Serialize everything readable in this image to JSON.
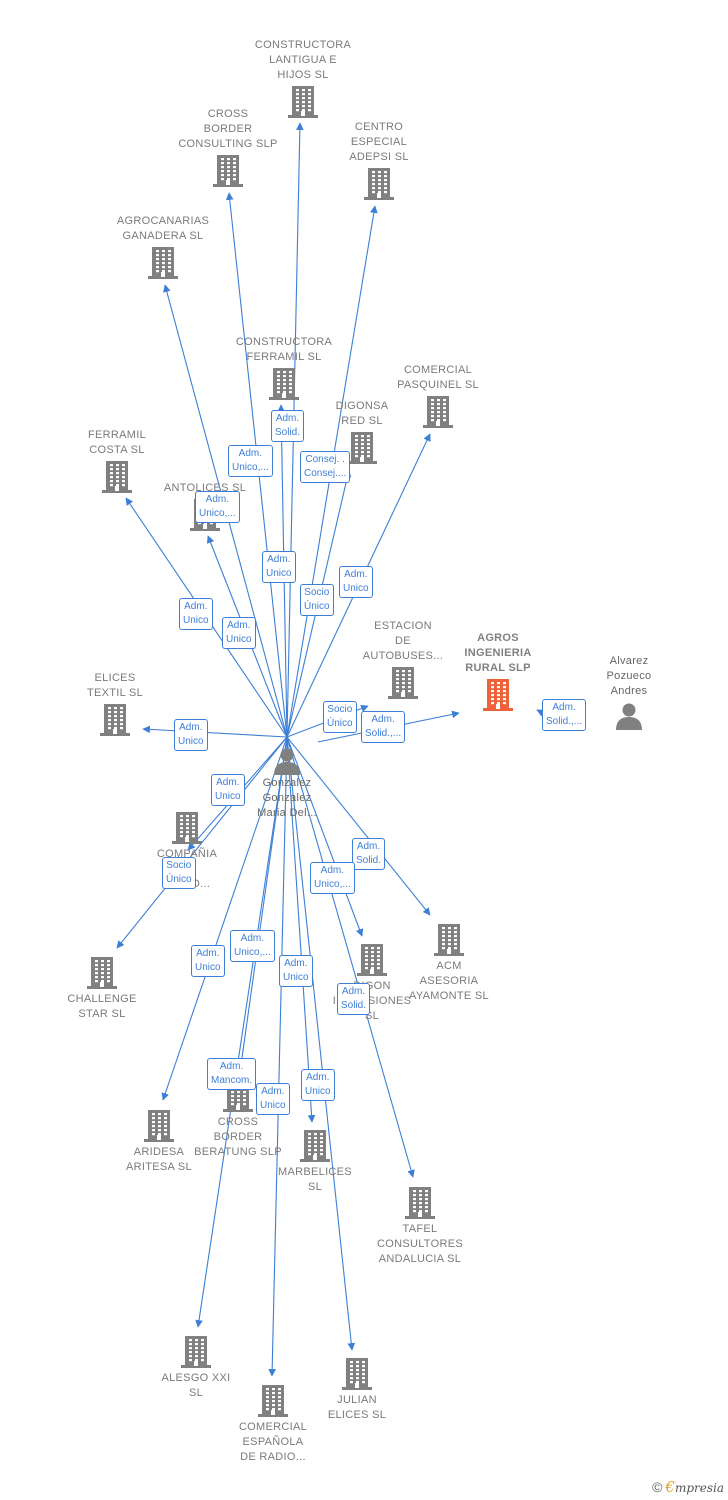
{
  "colors": {
    "edge": "#3d7fd6",
    "building": "#808080",
    "focus": "#f0623a",
    "person": "#808080"
  },
  "center": {
    "label": "Gonzalez\nGonzalez\nMaria Del..."
  },
  "focus_company": {
    "label": "AGROS\nINGENIERIA\nRURAL SLP"
  },
  "person2": {
    "label": "Alvarez\nPozueco\nAndres"
  },
  "companies": [
    {
      "id": "constructora-lantigua",
      "label": "CONSTRUCTORA\nLANTIGUA E\nHIJOS SL"
    },
    {
      "id": "cross-border-consulting",
      "label": "CROSS\nBORDER\nCONSULTING SLP"
    },
    {
      "id": "centro-especial-adepsi",
      "label": "CENTRO\nESPECIAL\nADEPSI SL"
    },
    {
      "id": "agrocanarias-ganadera",
      "label": "AGROCANARIAS\nGANADERA SL"
    },
    {
      "id": "constructora-ferramil",
      "label": "CONSTRUCTORA\nFERRAMIL SL"
    },
    {
      "id": "comercial-pasquinel",
      "label": "COMERCIAL\nPASQUINEL SL"
    },
    {
      "id": "digonsa-red",
      "label": "DIGONSA\nRED SL"
    },
    {
      "id": "ferramil-costa",
      "label": "FERRAMIL\nCOSTA SL"
    },
    {
      "id": "antolices",
      "label": "ANTOLICES SL"
    },
    {
      "id": "estacion-autobuses",
      "label": "ESTACION\nDE\nAUTOBUSES..."
    },
    {
      "id": "elices-textil",
      "label": "ELICES\nTEXTIL SL"
    },
    {
      "id": "compania-radio",
      "label": "COMPAÑIA\n...\nRADIO..."
    },
    {
      "id": "challenge-star",
      "label": "CHALLENGE\nSTAR SL"
    },
    {
      "id": "acm-asesoria",
      "label": "ACM\nASESORIA\nAYAMONTE SL"
    },
    {
      "id": "digon-inversiones",
      "label": "DIGON\nINVERSIONES\nSL"
    },
    {
      "id": "aridesa-aritesa",
      "label": "ARIDESA\nARITESA SL"
    },
    {
      "id": "cross-border-beratung",
      "label": "CROSS\nBORDER\nBERATUNG SLP"
    },
    {
      "id": "marbelices",
      "label": "MARBELICES\nSL"
    },
    {
      "id": "tafel-consultores",
      "label": "TAFEL\nCONSULTORES\nANDALUCIA SL"
    },
    {
      "id": "alesgo-xxi",
      "label": "ALESGO XXI\nSL"
    },
    {
      "id": "comercial-espanola-radio",
      "label": "COMERCIAL\nESPAÑOLA\nDE RADIO..."
    },
    {
      "id": "julian-elices",
      "label": "JULIAN\nELICES SL"
    }
  ],
  "roles": [
    {
      "to": "constructora-ferramil",
      "text": "Adm.\nSolid."
    },
    {
      "to": "cross-border-consulting",
      "text": "Adm.\nUnico,..."
    },
    {
      "to": "digonsa-red",
      "text": "Consej. .\nConsej...."
    },
    {
      "to": "antolices",
      "text": "Adm.\nUnico,..."
    },
    {
      "to": "constructora-lantigua",
      "text": "Adm.\nUnico"
    },
    {
      "to": "comercial-pasquinel",
      "text": "Adm.\nUnico"
    },
    {
      "to": "centro-especial-adepsi",
      "text": "Socio\nÚnico"
    },
    {
      "to": "ferramil-costa",
      "text": "Adm.\nUnico"
    },
    {
      "to": "agrocanarias-ganadera",
      "text": "Adm.\nUnico"
    },
    {
      "to": "estacion-autobuses",
      "text": "Socio\nÚnico"
    },
    {
      "to": "agros-ingenieria",
      "text": "Adm.\nSolid.,..."
    },
    {
      "to": "agros-ingenieria-p2",
      "text": "Adm.\nSolid.,..."
    },
    {
      "to": "elices-textil",
      "text": "Adm.\nUnico"
    },
    {
      "to": "compania-radio",
      "text": "Adm.\nUnico"
    },
    {
      "to": "challenge-star",
      "text": "Socio\nÚnico"
    },
    {
      "to": "acm-asesoria",
      "text": "Adm.\nSolid."
    },
    {
      "to": "digon-inversiones",
      "text": "Adm.\nUnico,..."
    },
    {
      "to": "cross-border-beratung",
      "text": "Adm.\nUnico,..."
    },
    {
      "to": "aridesa-aritesa",
      "text": "Adm.\nUnico"
    },
    {
      "to": "marbelices",
      "text": "Adm.\nUnico"
    },
    {
      "to": "tafel-consultores",
      "text": "Adm.\nSolid."
    },
    {
      "to": "alesgo-xxi",
      "text": "Adm.\nMancom."
    },
    {
      "to": "comercial-espanola-radio",
      "text": "Adm.\nUnico"
    },
    {
      "to": "julian-elices",
      "text": "Adm.\nUnico"
    }
  ],
  "footer": {
    "copyright": "©",
    "brand_initial": "€",
    "brand_rest": "mpresia"
  }
}
